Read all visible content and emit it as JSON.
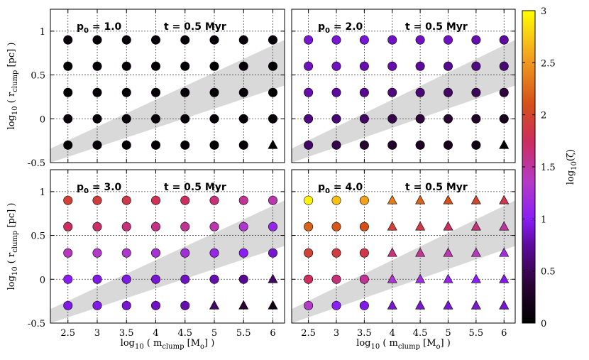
{
  "chart_data": {
    "type": "scatter",
    "shared": {
      "x": [
        2.5,
        3,
        3.5,
        4,
        4.5,
        5,
        5.5,
        6
      ],
      "y": [
        -0.3,
        0,
        0.3,
        0.6,
        0.9
      ],
      "xlim": [
        2.2,
        6.2
      ],
      "ylim": [
        -0.5,
        1.25
      ],
      "xticks": [
        "2.5",
        "3",
        "3.5",
        "4",
        "4.5",
        "5",
        "5.5",
        "6"
      ],
      "yticks": [
        "-0.5",
        "0",
        "0.5",
        "1"
      ],
      "xlabel": {
        "pre": "log",
        "sub1": "10",
        "mid": " ( m",
        "sub2": "clump",
        "post": " [M",
        "sub3": "o",
        "end": "] )"
      },
      "ylabel": {
        "pre": "log",
        "sub1": "10",
        "mid": " ( r",
        "sub2": "clump",
        "post": " [pc] )"
      },
      "band": {
        "description": "shaded band",
        "lower": [
          [
            2.2,
            -0.5
          ],
          [
            6.2,
            0.38
          ]
        ],
        "upper": [
          [
            2.2,
            -0.34
          ],
          [
            6.2,
            0.9
          ]
        ]
      }
    },
    "colorbar": {
      "label": "log10(ζ)",
      "label_parts": {
        "pre": "log",
        "sub": "10",
        "post": "(ζ)"
      },
      "range": [
        0,
        3
      ],
      "ticks": [
        "0",
        "0.5",
        "1",
        "1.5",
        "2",
        "2.5",
        "3"
      ]
    },
    "panels": [
      {
        "p0_label": "1.0",
        "time_label": "t = 0.5 Myr",
        "grid": [
          [
            0.05,
            0.05,
            0.05,
            0.05,
            0.05,
            0.05,
            0.05,
            0.05
          ],
          [
            0.05,
            0.05,
            0.05,
            0.05,
            0.05,
            0.05,
            0.05,
            0.05
          ],
          [
            0.05,
            0.05,
            0.05,
            0.05,
            0.05,
            0.05,
            0.05,
            0.05
          ],
          [
            0.05,
            0.05,
            0.05,
            0.05,
            0.05,
            0.05,
            0.05,
            0.05
          ],
          [
            0.05,
            0.05,
            0.05,
            0.05,
            0.05,
            0.05,
            0.05,
            0.05
          ]
        ],
        "markers": [
          [
            "c",
            "c",
            "c",
            "c",
            "c",
            "c",
            "c",
            "t"
          ],
          [
            "c",
            "c",
            "c",
            "c",
            "c",
            "c",
            "c",
            "c"
          ],
          [
            "c",
            "c",
            "c",
            "c",
            "c",
            "c",
            "c",
            "c"
          ],
          [
            "c",
            "c",
            "c",
            "c",
            "c",
            "c",
            "c",
            "c"
          ],
          [
            "c",
            "c",
            "c",
            "c",
            "c",
            "c",
            "c",
            "c"
          ]
        ]
      },
      {
        "p0_label": "2.0",
        "time_label": "t = 0.5 Myr",
        "grid": [
          [
            0.55,
            0.45,
            0.35,
            0.3,
            0.25,
            0.2,
            0.15,
            0.05
          ],
          [
            0.65,
            0.6,
            0.55,
            0.45,
            0.4,
            0.35,
            0.3,
            0.2
          ],
          [
            0.8,
            0.75,
            0.7,
            0.65,
            0.6,
            0.55,
            0.5,
            0.4
          ],
          [
            0.85,
            0.85,
            0.8,
            0.8,
            0.75,
            0.7,
            0.65,
            0.6
          ],
          [
            0.9,
            0.9,
            0.9,
            0.85,
            0.85,
            0.85,
            0.8,
            0.75
          ]
        ],
        "markers": [
          [
            "c",
            "c",
            "c",
            "c",
            "c",
            "c",
            "c",
            "t"
          ],
          [
            "c",
            "c",
            "c",
            "c",
            "c",
            "c",
            "c",
            "c"
          ],
          [
            "c",
            "c",
            "c",
            "c",
            "c",
            "c",
            "c",
            "c"
          ],
          [
            "c",
            "c",
            "c",
            "c",
            "c",
            "c",
            "c",
            "c"
          ],
          [
            "c",
            "c",
            "c",
            "c",
            "c",
            "c",
            "c",
            "c"
          ]
        ]
      },
      {
        "p0_label": "3.0",
        "time_label": "t = 0.5 Myr",
        "grid": [
          [
            0.95,
            0.95,
            0.9,
            0.85,
            0.8,
            0.55,
            0.35,
            0.15
          ],
          [
            1.0,
            0.95,
            0.95,
            0.9,
            0.85,
            0.8,
            0.7,
            0.55
          ],
          [
            1.4,
            1.35,
            1.3,
            1.25,
            1.2,
            1.1,
            1.0,
            0.9
          ],
          [
            1.75,
            1.7,
            1.65,
            1.6,
            1.55,
            1.45,
            1.3,
            1.1
          ],
          [
            1.95,
            1.9,
            1.85,
            1.8,
            1.75,
            1.65,
            1.55,
            1.45
          ]
        ],
        "markers": [
          [
            "c",
            "c",
            "c",
            "c",
            "c",
            "t",
            "t",
            "t"
          ],
          [
            "c",
            "c",
            "c",
            "c",
            "c",
            "c",
            "c",
            "t"
          ],
          [
            "c",
            "c",
            "c",
            "c",
            "c",
            "c",
            "c",
            "c"
          ],
          [
            "c",
            "c",
            "c",
            "c",
            "c",
            "c",
            "c",
            "c"
          ],
          [
            "c",
            "c",
            "c",
            "c",
            "c",
            "c",
            "c",
            "c"
          ]
        ]
      },
      {
        "p0_label": "4.0",
        "time_label": "t = 0.5 Myr",
        "grid": [
          [
            1.35,
            1.0,
            0.95,
            0.9,
            0.9,
            0.9,
            0.9,
            0.9
          ],
          [
            1.75,
            1.65,
            1.55,
            1.3,
            1.2,
            1.1,
            1.0,
            0.95
          ],
          [
            1.95,
            1.9,
            1.85,
            1.65,
            1.55,
            1.45,
            1.4,
            1.2
          ],
          [
            2.2,
            2.15,
            2.1,
            1.95,
            1.85,
            1.75,
            1.65,
            1.5
          ],
          [
            2.95,
            2.7,
            2.55,
            2.35,
            2.2,
            2.1,
            2.0,
            1.85
          ]
        ],
        "markers": [
          [
            "c",
            "c",
            "c",
            "t",
            "t",
            "t",
            "t",
            "t"
          ],
          [
            "c",
            "c",
            "c",
            "t",
            "t",
            "t",
            "t",
            "t"
          ],
          [
            "c",
            "c",
            "c",
            "t",
            "t",
            "t",
            "t",
            "t"
          ],
          [
            "c",
            "c",
            "c",
            "t",
            "t",
            "t",
            "t",
            "t"
          ],
          [
            "c",
            "c",
            "c",
            "t",
            "t",
            "t",
            "t",
            "t"
          ]
        ]
      }
    ]
  }
}
